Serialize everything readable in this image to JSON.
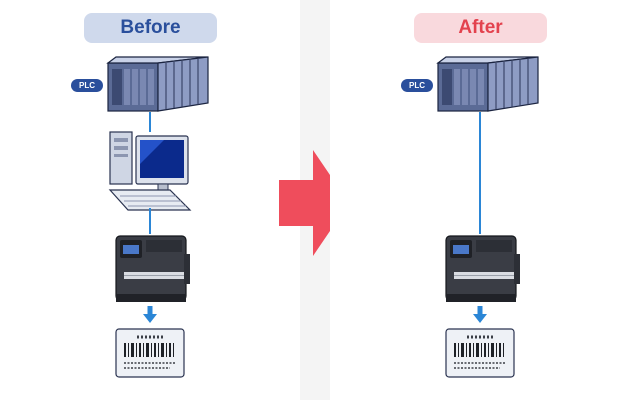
{
  "before": {
    "title": "Before",
    "plc_label": "PLC"
  },
  "after": {
    "title": "After",
    "plc_label": "PLC"
  },
  "colors": {
    "before_pill_bg": "#cfd9ec",
    "before_text": "#2a4f9c",
    "after_pill_bg": "#f9d9dd",
    "after_text": "#e3424e",
    "connector": "#2b86d6",
    "transition_arrow": "#ef4d5c"
  },
  "icons": [
    "plc-rack-icon",
    "computer-icon",
    "label-printer-icon",
    "down-arrow-icon",
    "barcode-label-icon",
    "transition-arrow-icon"
  ]
}
